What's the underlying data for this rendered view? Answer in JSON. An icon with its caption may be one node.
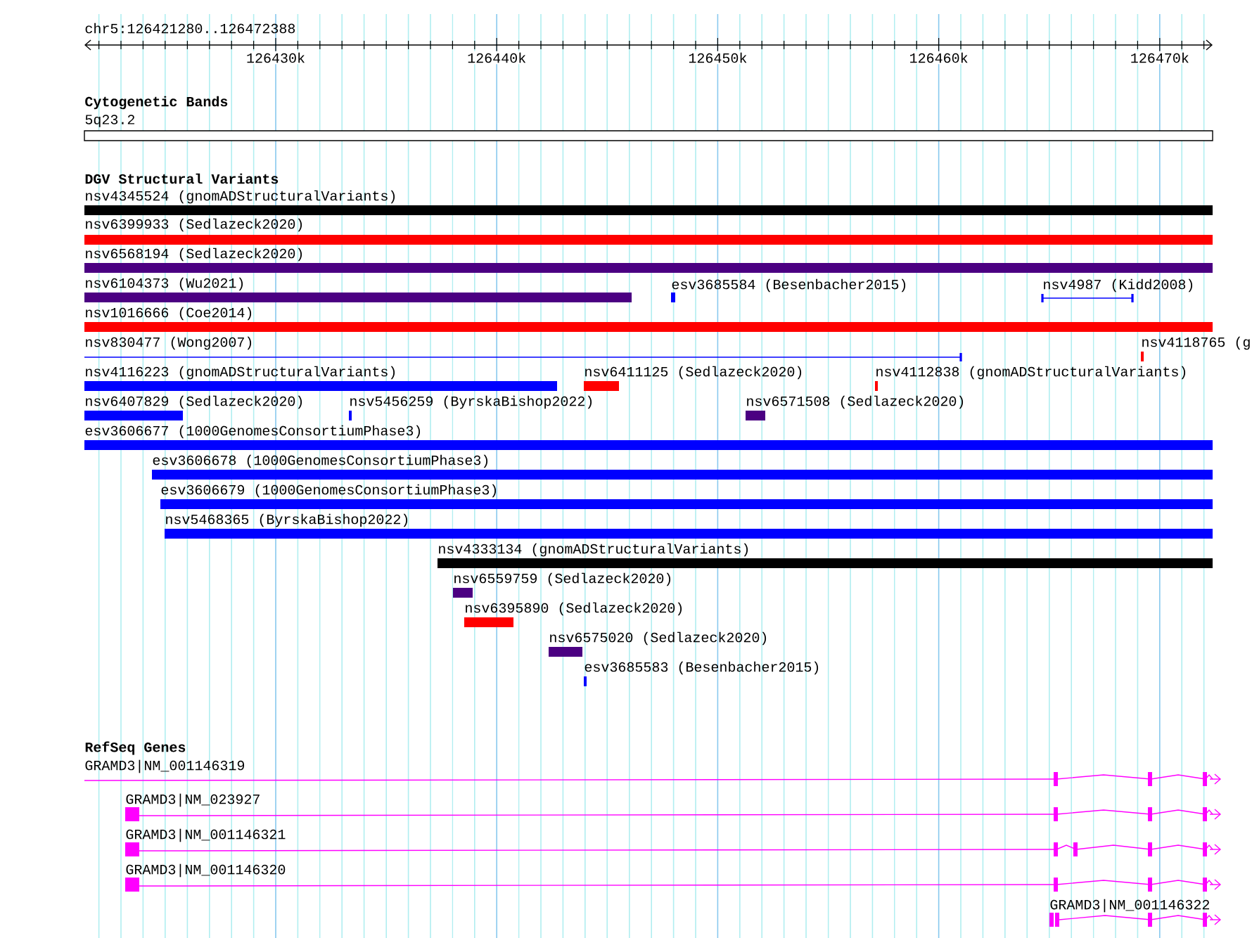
{
  "diagram": {
    "nodes": [
      {
        "text": [
          "nsv4345524 (gnomADStructuralVariants)"
        ]
      },
      {
        "text": [
          "nsv6399933 (Sedlazeck2020)"
        ]
      },
      {
        "text": [
          "nsv6568194 (Sedlazeck2020)"
        ]
      },
      {
        "text": [
          "nsv6104373 (Wu2021)"
        ]
      },
      {
        "text": [
          "esv3685584 (Besenbacher2015)"
        ]
      },
      {
        "text": [
          "nsv4987 (Kidd2008)"
        ]
      },
      {
        "text": [
          "nsv1016666 (Coe2014)"
        ]
      },
      {
        "text": [
          "nsv830477 (Wong2007)"
        ]
      },
      {
        "text": [
          "nsv4118765 (g"
        ]
      },
      {
        "text": [
          "nsv4116223 (gnomADStructuralVariants)"
        ]
      },
      {
        "text": [
          "nsv6411125 (Sedlazeck2020)"
        ]
      },
      {
        "text": [
          "nsv4112838 (gnomADStructuralVariants)"
        ]
      },
      {
        "text": [
          "nsv6407829 (Sedlazeck2020)"
        ]
      },
      {
        "text": [
          "nsv5456259 (ByrskaBishop2022)"
        ]
      },
      {
        "text": [
          "nsv6571508 (Sedlazeck2020)"
        ]
      },
      {
        "text": [
          "esv3606677 (1000GenomesConsortiumPhase3)"
        ]
      },
      {
        "text": [
          "esv3606678 (1000GenomesConsortiumPhase3)"
        ]
      },
      {
        "text": [
          "esv3606679 (1000GenomesConsortiumPhase3)"
        ]
      },
      {
        "text": [
          "nsv5468365 (ByrskaBishop2022)"
        ]
      },
      {
        "text": [
          "nsv4333134 (gnomADStructuralVariants)"
        ]
      },
      {
        "text": [
          "nsv6559759 (Sedlazeck2020)"
        ]
      },
      {
        "text": [
          "nsv6395890 (Sedlazeck2020)"
        ]
      },
      {
        "text": [
          "nsv6575020 (Sedlazeck2020)"
        ]
      },
      {
        "text": [
          "esv3685583 (Besenbacher2015)"
        ]
      },
      {
        "text": [
          "GRAMD3|NM_001146319"
        ]
      },
      {
        "text": [
          "GRAMD3|NM_023927"
        ]
      },
      {
        "text": [
          "GRAMD3|NM_001146321"
        ]
      },
      {
        "text": [
          "GRAMD3|NM_001146320"
        ]
      },
      {
        "text": [
          "GRAMD3|NM_001146322"
        ]
      }
    ],
    "labels": [
      "chr5:126421280..126472388",
      "126430k",
      "126440k",
      "126450k",
      "126460k",
      "126470k",
      "Cytogenetic Bands",
      "5q23.2",
      "DGV Structural Variants",
      "RefSeq Genes"
    ]
  }
}
